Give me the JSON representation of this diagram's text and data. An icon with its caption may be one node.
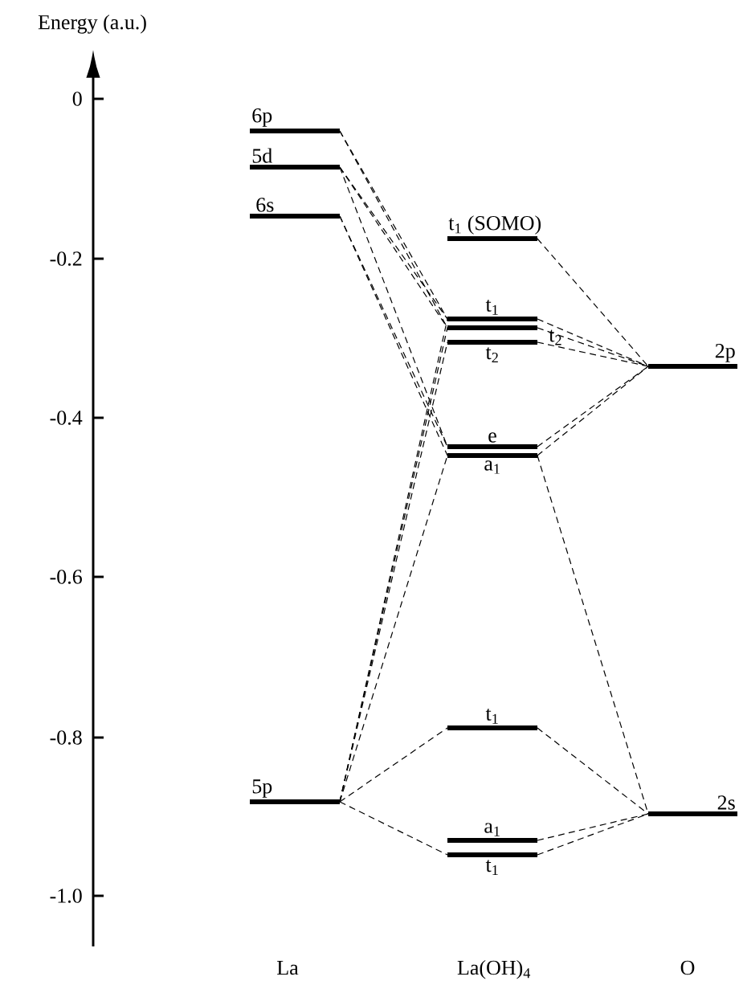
{
  "diagram": {
    "nodes": [
      {
        "text": [
          "6p"
        ]
      },
      {
        "text": [
          "5d"
        ]
      },
      {
        "text": [
          "6s"
        ]
      },
      {
        "text": [
          "t$_{1}$ (SOMO)"
        ]
      },
      {
        "text": [
          "t$_{1}$"
        ]
      },
      {
        "text": [
          "t$_{2}$"
        ]
      },
      {
        "text": [
          "t$_{2}$"
        ]
      },
      {
        "text": [
          "2p"
        ]
      },
      {
        "text": [
          "e"
        ]
      },
      {
        "text": [
          "a$_{1}$"
        ]
      },
      {
        "text": [
          "t$_{1}$"
        ]
      },
      {
        "text": [
          "5p"
        ]
      },
      {
        "text": [
          "2s"
        ]
      },
      {
        "text": [
          "a$_{1}$"
        ]
      },
      {
        "text": [
          "t$_{1}$"
        ]
      }
    ],
    "edges": [
      {
        "from": 0,
        "to": 4,
        "arrow": "none",
        "style": "dashed"
      },
      {
        "from": 0,
        "to": 5,
        "arrow": "none",
        "style": "dashed"
      },
      {
        "from": 1,
        "to": 4,
        "arrow": "none",
        "style": "dashed"
      },
      {
        "from": 1,
        "to": 5,
        "arrow": "none",
        "style": "dashed"
      },
      {
        "from": 1,
        "to": 8,
        "arrow": "none",
        "style": "dashed"
      },
      {
        "from": 2,
        "to": 8,
        "arrow": "none",
        "style": "dashed"
      },
      {
        "from": 2,
        "to": 9,
        "arrow": "none",
        "style": "dashed"
      },
      {
        "from": 11,
        "to": 4,
        "arrow": "none",
        "style": "dashed"
      },
      {
        "from": 11,
        "to": 5,
        "arrow": "none",
        "style": "dashed"
      },
      {
        "from": 11,
        "to": 6,
        "arrow": "none",
        "style": "dashed"
      },
      {
        "from": 11,
        "to": 9,
        "arrow": "none",
        "style": "dashed"
      },
      {
        "from": 11,
        "to": 10,
        "arrow": "none",
        "style": "dashed"
      },
      {
        "from": 11,
        "to": 14,
        "arrow": "none",
        "style": "dashed"
      },
      {
        "from": 3,
        "to": 7,
        "arrow": "none",
        "style": "dashed"
      },
      {
        "from": 4,
        "to": 7,
        "arrow": "none",
        "style": "dashed"
      },
      {
        "from": 5,
        "to": 7,
        "arrow": "none",
        "style": "dashed"
      },
      {
        "from": 6,
        "to": 7,
        "arrow": "none",
        "style": "dashed"
      },
      {
        "from": 8,
        "to": 7,
        "arrow": "none",
        "style": "dashed"
      },
      {
        "from": 9,
        "to": 7,
        "arrow": "none",
        "style": "dashed"
      },
      {
        "from": 9,
        "to": 12,
        "arrow": "none",
        "style": "dashed"
      },
      {
        "from": 10,
        "to": 12,
        "arrow": "none",
        "style": "dashed"
      },
      {
        "from": 13,
        "to": 12,
        "arrow": "none",
        "style": "dashed"
      },
      {
        "from": 14,
        "to": 12,
        "arrow": "none",
        "style": "dashed"
      }
    ],
    "labels": [
      "Energy (a.u.)",
      "0",
      "-0.2",
      "-0.4",
      "-0.6",
      "-0.8",
      "-1.0",
      "La",
      "La(OH)$_{4}$",
      "O"
    ]
  }
}
